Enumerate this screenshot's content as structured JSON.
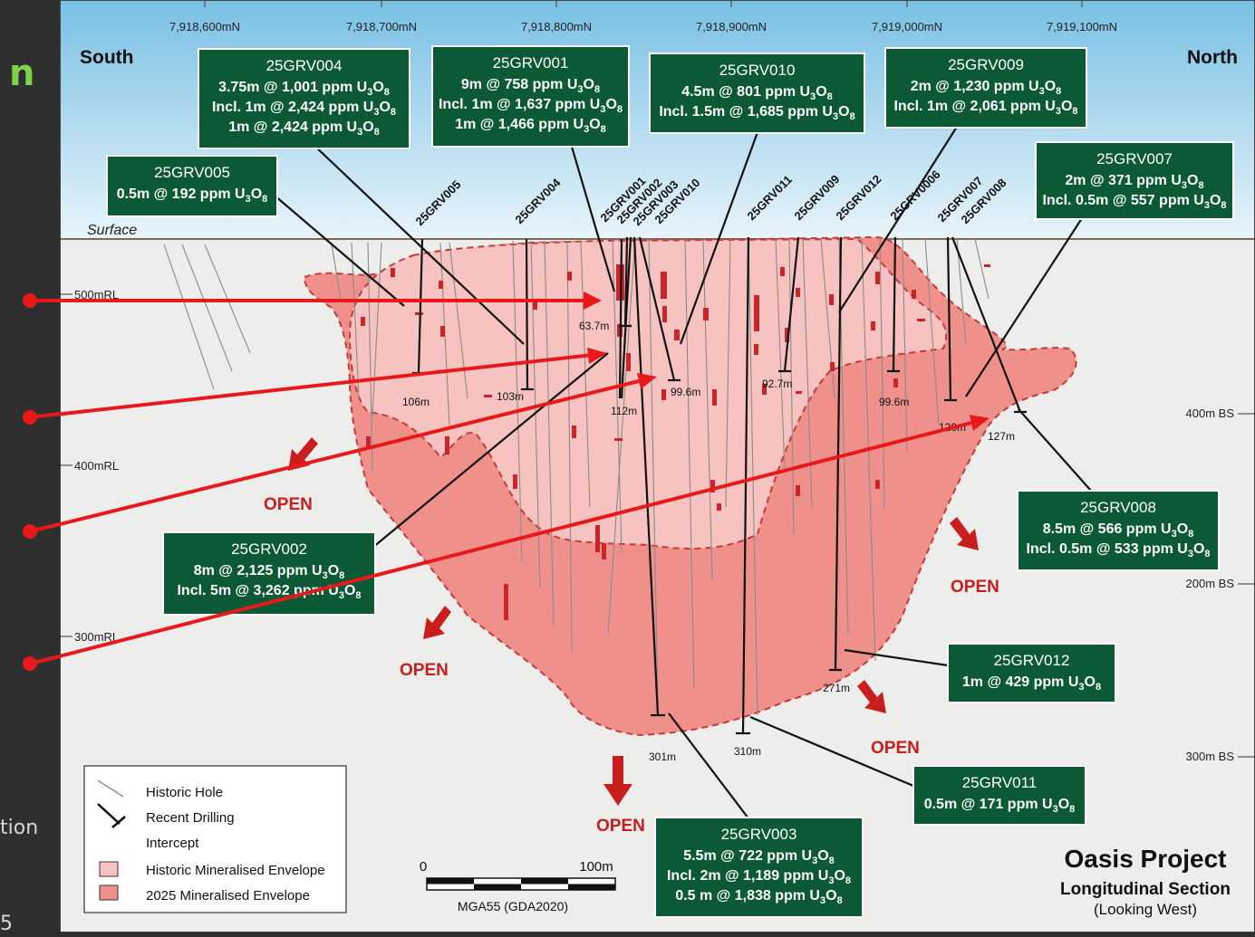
{
  "left_panel": {
    "title_fragment": "n",
    "text_fragment": "tion",
    "text_fragment_2": "5"
  },
  "northings": [
    "7,918,600mN",
    "7,918,700mN",
    "7,918,800mN",
    "7,918,900mN",
    "7,919,000mN",
    "7,919,100mN"
  ],
  "direction": {
    "left": "South",
    "right": "North"
  },
  "surface_label": "Surface",
  "rl_labels": [
    "500mRL",
    "400mRL",
    "300mRL"
  ],
  "bs_labels": [
    "400m BS",
    "200m BS",
    "300m BS"
  ],
  "hole_labels": [
    "25GRV005",
    "25GRV004",
    "25GRV001",
    "25GRV002",
    "25GRV003",
    "25GRV010",
    "25GRV011",
    "25GRV009",
    "25GRV012",
    "25GRV0006",
    "25GRV007",
    "25GRV008"
  ],
  "depth_labels": [
    "63.7m",
    "106m",
    "103m",
    "112m",
    "99.6m",
    "92.7m",
    "99.6m",
    "120m",
    "127m",
    "271m",
    "301m",
    "310m"
  ],
  "open_label": "OPEN",
  "callouts": [
    {
      "title": "25GRV004",
      "lines": [
        [
          "3.75m @ 1,001 ppm U",
          "3",
          "O",
          "8"
        ],
        [
          "Incl. 1m @ 2,424 ppm U",
          "3",
          "O",
          "8"
        ],
        [
          "1m @ 2,424 ppm U",
          "3",
          "O",
          "8"
        ]
      ]
    },
    {
      "title": "25GRV001",
      "lines": [
        [
          "9m @ 758 ppm U",
          "3",
          "O",
          "8"
        ],
        [
          "Incl. 1m @ 1,637 ppm U",
          "3",
          "O",
          "8"
        ],
        [
          "1m @ 1,466 ppm U",
          "3",
          "O",
          "8"
        ]
      ]
    },
    {
      "title": "25GRV010",
      "lines": [
        [
          "4.5m @ 801 ppm U",
          "3",
          "O",
          "8"
        ],
        [
          "Incl. 1.5m @ 1,685 ppm U",
          "3",
          "O",
          "8"
        ]
      ]
    },
    {
      "title": "25GRV009",
      "lines": [
        [
          "2m @ 1,230 ppm U",
          "3",
          "O",
          "8"
        ],
        [
          "Incl. 1m @ 2,061 ppm U",
          "3",
          "O",
          "8"
        ]
      ]
    },
    {
      "title": "25GRV005",
      "lines": [
        [
          "0.5m @ 192 ppm U",
          "3",
          "O",
          "8"
        ]
      ]
    },
    {
      "title": "25GRV007",
      "lines": [
        [
          "2m @ 371 ppm U",
          "3",
          "O",
          "8"
        ],
        [
          "Incl. 0.5m @ 557 ppm U",
          "3",
          "O",
          "8"
        ]
      ]
    },
    {
      "title": "25GRV008",
      "lines": [
        [
          "8.5m @ 566 ppm U",
          "3",
          "O",
          "8"
        ],
        [
          "Incl. 0.5m @ 533 ppm U",
          "3",
          "O",
          "8"
        ]
      ]
    },
    {
      "title": "25GRV002",
      "lines": [
        [
          "8m @ 2,125 ppm U",
          "3",
          "O",
          "8"
        ],
        [
          "Incl. 5m @ 3,262 ppm U",
          "3",
          "O",
          "8"
        ]
      ]
    },
    {
      "title": "25GRV012",
      "lines": [
        [
          "1m @ 429 ppm U",
          "3",
          "O",
          "8"
        ]
      ]
    },
    {
      "title": "25GRV011",
      "lines": [
        [
          "0.5m @ 171 ppm U",
          "3",
          "O",
          "8"
        ]
      ]
    },
    {
      "title": "25GRV003",
      "lines": [
        [
          "5.5m @ 722 ppm U",
          "3",
          "O",
          "8"
        ],
        [
          "Incl. 2m @ 1,189 ppm U",
          "3",
          "O",
          "8"
        ],
        [
          "0.5 m @ 1,838 ppm U",
          "3",
          "O",
          "8"
        ]
      ]
    }
  ],
  "legend": {
    "items": [
      "Historic Hole",
      "Recent Drilling",
      "Intercept",
      "Historic Mineralised Envelope",
      "2025 Mineralised Envelope"
    ]
  },
  "scale": {
    "start": "0",
    "end": "100m",
    "datum": "MGA55 (GDA2020)"
  },
  "project": {
    "title": "Oasis Project",
    "subtitle": "Longitudinal Section",
    "note": "(Looking West)"
  },
  "colors": {
    "sky_top": "#7fc4e6",
    "ground": "#ededeb",
    "historic_envelope": "#f7c3c0",
    "envelope_2025": "#f0908a",
    "envelope_edge": "#c43a3a",
    "callout_bg": "#0b5a35",
    "arrow": "#e8191b",
    "open_text": "#c81e1e",
    "accent_green": "#7fd34a"
  }
}
